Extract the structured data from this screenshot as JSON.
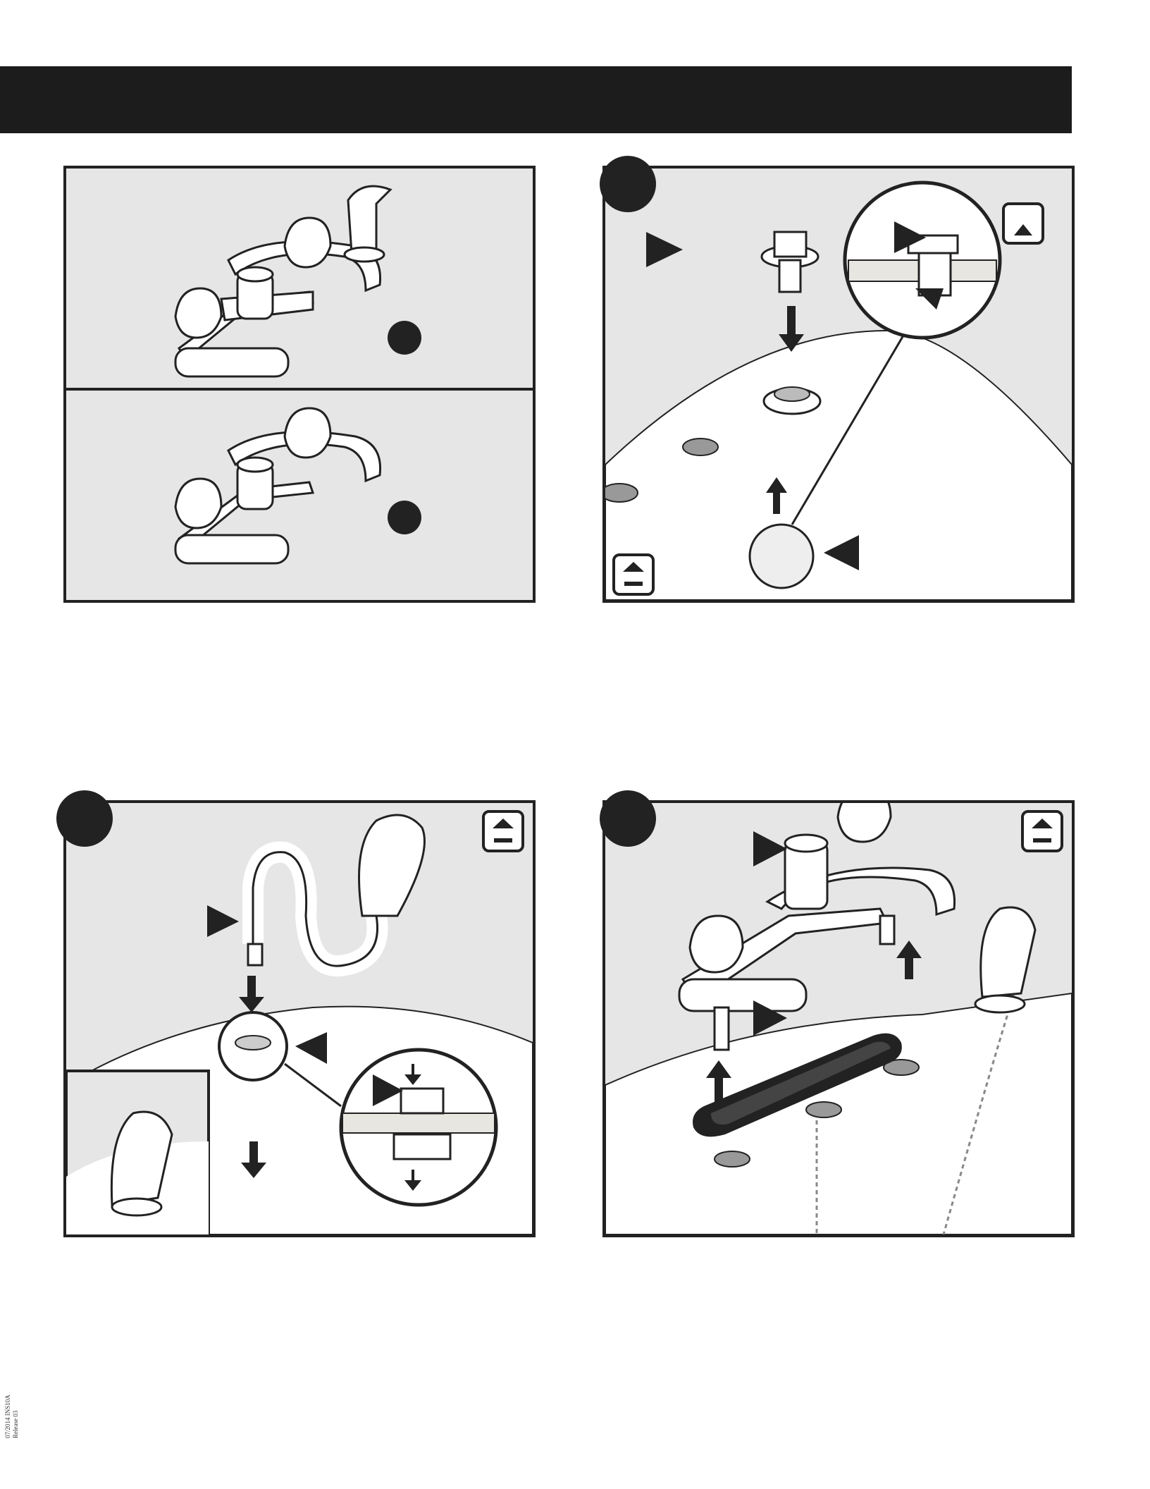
{
  "footer": {
    "doc_code": "07/2014  INS10A",
    "release": "Release 03"
  },
  "panels": [
    {
      "id": "kits",
      "sections": 2
    },
    {
      "id": "step-1"
    },
    {
      "id": "step-2"
    },
    {
      "id": "step-3"
    }
  ],
  "icons": [
    "install-from-above-icon",
    "install-from-below-icon",
    "arrow-down-icon",
    "arrow-up-icon",
    "pointer-arrow-icon"
  ],
  "colors": {
    "panel_bg": "#e6e6e6",
    "frame": "#222222",
    "header": "#1c1c1c"
  }
}
